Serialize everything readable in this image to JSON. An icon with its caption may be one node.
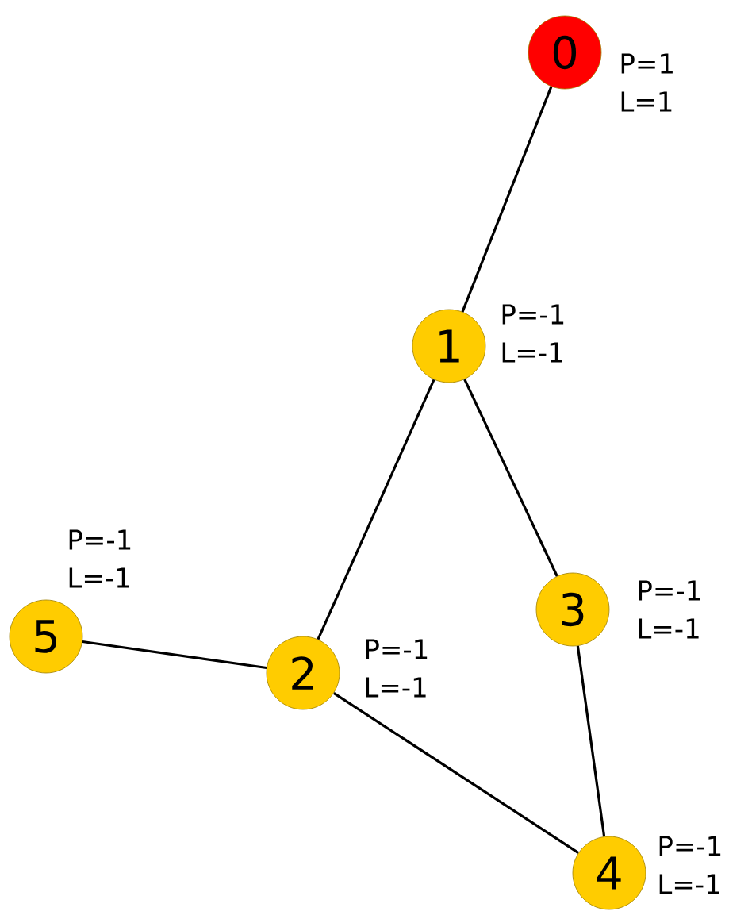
{
  "diagram": {
    "nodes": [
      {
        "text": [
          "0"
        ],
        "beside": [
          "P=1",
          "L=1"
        ]
      },
      {
        "text": [
          "1"
        ],
        "beside": [
          "P=-1",
          "L=-1"
        ]
      },
      {
        "text": [
          "2"
        ],
        "beside": [
          "P=-1",
          "L=-1"
        ]
      },
      {
        "text": [
          "3"
        ],
        "beside": [
          "P=-1",
          "L=-1"
        ]
      },
      {
        "text": [
          "4"
        ],
        "beside": [
          "P=-1",
          "L=-1"
        ]
      },
      {
        "text": [
          "5"
        ],
        "beside": [
          "P=-1",
          "L=-1"
        ]
      }
    ],
    "edges": [
      {
        "from": 0,
        "to": 1,
        "arrow": "none"
      },
      {
        "from": 1,
        "to": 2,
        "arrow": "none"
      },
      {
        "from": 1,
        "to": 3,
        "arrow": "none"
      },
      {
        "from": 5,
        "to": 2,
        "arrow": "none"
      },
      {
        "from": 2,
        "to": 4,
        "arrow": "none"
      },
      {
        "from": 3,
        "to": 4,
        "arrow": "none"
      }
    ]
  }
}
